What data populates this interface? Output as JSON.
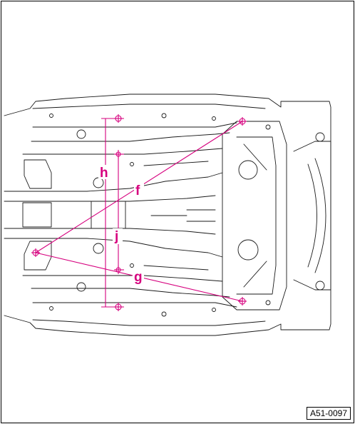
{
  "figure_id": "A51-0097",
  "colors": {
    "measure": "#d6007e",
    "line": "#1a1a1a",
    "frame": "#000000"
  },
  "measurement_labels": {
    "f": "f",
    "g": "g",
    "h": "h",
    "j": "j"
  }
}
